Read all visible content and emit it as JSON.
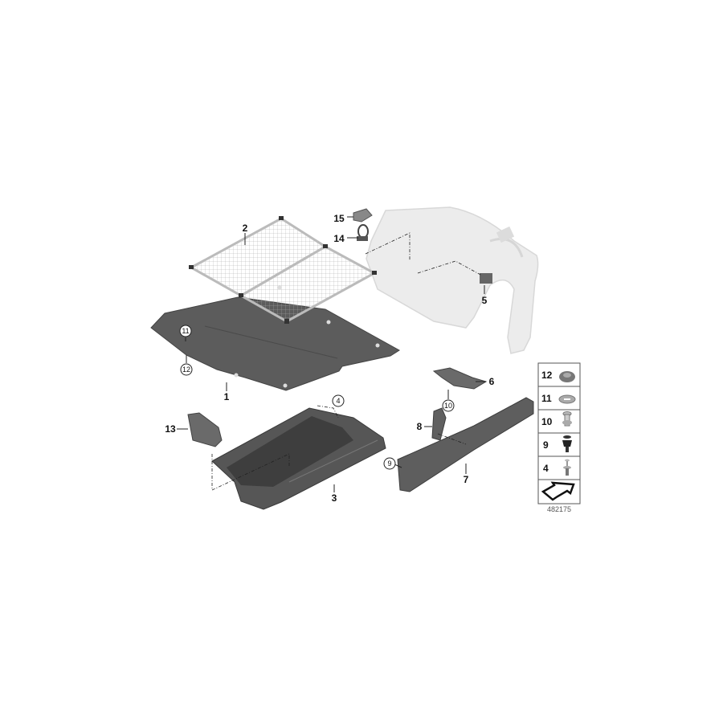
{
  "diagram": {
    "callouts": [
      {
        "id": "2",
        "text": "2",
        "style": "plain"
      },
      {
        "id": "15",
        "text": "15",
        "style": "plain"
      },
      {
        "id": "14",
        "text": "14",
        "style": "plain"
      },
      {
        "id": "5",
        "text": "5",
        "style": "plain"
      },
      {
        "id": "11",
        "text": "11",
        "style": "circled"
      },
      {
        "id": "12",
        "text": "12",
        "style": "circled"
      },
      {
        "id": "1",
        "text": "1",
        "style": "plain"
      },
      {
        "id": "6",
        "text": "6",
        "style": "plain"
      },
      {
        "id": "10",
        "text": "10",
        "style": "circled"
      },
      {
        "id": "4",
        "text": "4",
        "style": "circled"
      },
      {
        "id": "13",
        "text": "13",
        "style": "plain"
      },
      {
        "id": "8",
        "text": "8",
        "style": "plain"
      },
      {
        "id": "9",
        "text": "9",
        "style": "circled"
      },
      {
        "id": "7",
        "text": "7",
        "style": "plain"
      },
      {
        "id": "3",
        "text": "3",
        "style": "plain"
      }
    ],
    "legend": {
      "items": [
        {
          "text": "12",
          "icon": "clip-nut-icon"
        },
        {
          "text": "11",
          "icon": "speed-nut-icon"
        },
        {
          "text": "10",
          "icon": "expanding-rivet-icon"
        },
        {
          "text": "9",
          "icon": "push-rivet-icon"
        },
        {
          "text": "4",
          "icon": "screw-icon"
        }
      ],
      "direction_icon": "arrow-icon"
    },
    "reference_number": "482175",
    "colors": {
      "part_dark": "#5a5a5a",
      "part_ghost": "#e6e6e6",
      "net": "#b5b5b5",
      "text": "#111111"
    }
  }
}
